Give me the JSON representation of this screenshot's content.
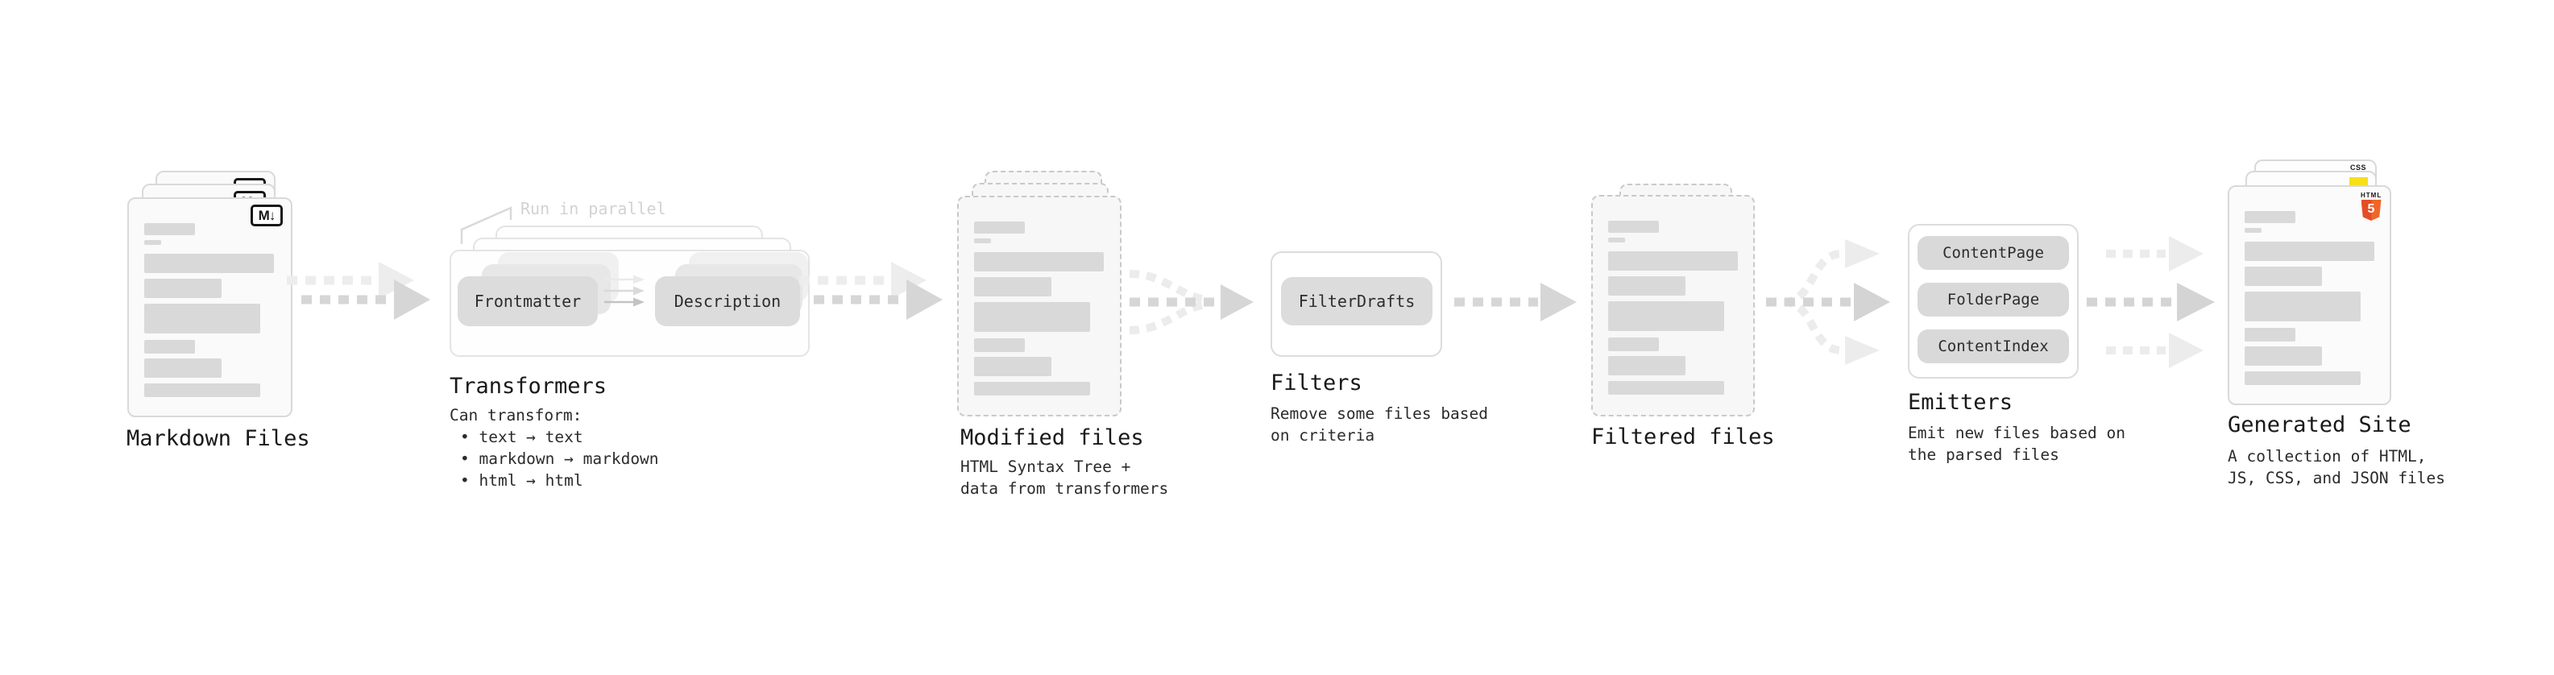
{
  "stages": {
    "markdown_files": {
      "label": "Markdown Files",
      "file_badge": "M↓"
    },
    "transformers": {
      "label": "Transformers",
      "annotation": "Run in parallel",
      "input_pill": "Frontmatter",
      "output_pill": "Description",
      "description_lines": [
        "Can transform:",
        "• text → text",
        "• markdown → markdown",
        "• html → html"
      ]
    },
    "modified_files": {
      "label": "Modified files",
      "description_lines": [
        "HTML Syntax Tree +",
        "data from transformers"
      ]
    },
    "filters": {
      "label": "Filters",
      "pill": "FilterDrafts",
      "description_lines": [
        "Remove some files based",
        "on criteria"
      ]
    },
    "filtered_files": {
      "label": "Filtered files"
    },
    "emitters": {
      "label": "Emitters",
      "pills": [
        "ContentPage",
        "FolderPage",
        "ContentIndex"
      ],
      "description_lines": [
        "Emit new files based on",
        "the parsed files"
      ]
    },
    "generated_site": {
      "label": "Generated Site",
      "css_badge": "CSS",
      "html_badge_word": "HTML",
      "html_badge_number": "5",
      "description_lines": [
        "A collection of HTML,",
        "JS, CSS, and JSON files"
      ]
    }
  },
  "colors": {
    "html5_orange": "#e44d26",
    "js_yellow": "#f7df1e",
    "css_blue": "#2965f1"
  }
}
